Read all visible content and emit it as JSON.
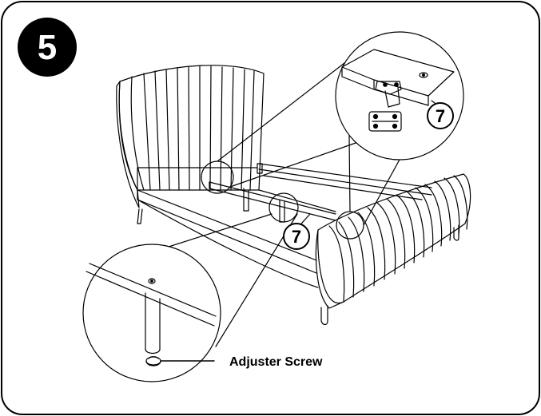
{
  "step": {
    "number": "5"
  },
  "callouts": {
    "part_top": "7",
    "part_main": "7",
    "adjuster_label": "Adjuster Screw"
  },
  "colors": {
    "ink": "#000000",
    "paper": "#ffffff",
    "badge": "#000000"
  }
}
